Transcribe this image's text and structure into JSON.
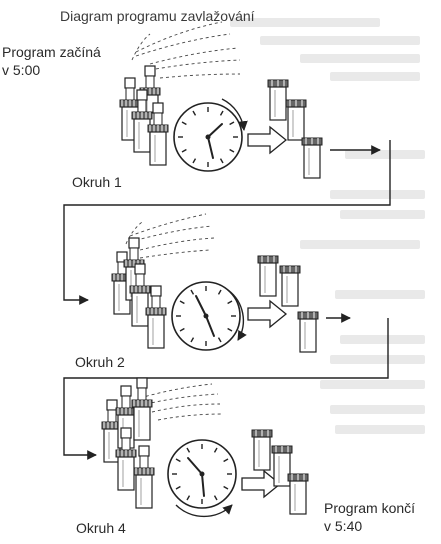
{
  "diagram": {
    "title": "Diagram programu zavlažování",
    "start_label_line1": "Program začíná",
    "start_label_line2": "v 5:00",
    "end_label_line1": "Program končí",
    "end_label_line2": "v 5:40",
    "zones": [
      {
        "label": "Okruh 1"
      },
      {
        "label": "Okruh 2"
      },
      {
        "label": "Okruh 4"
      }
    ]
  }
}
